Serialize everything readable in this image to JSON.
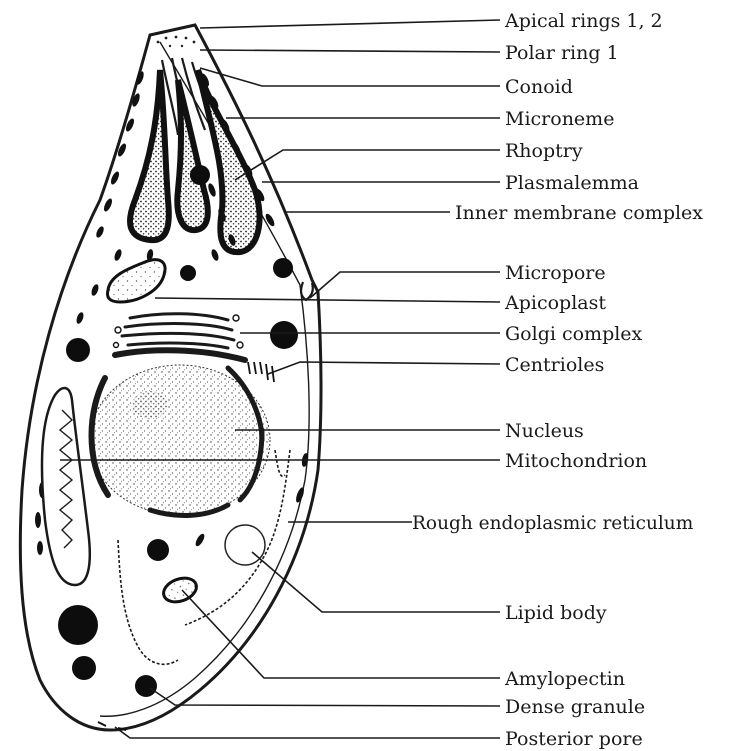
{
  "diagram": {
    "labels": [
      {
        "id": "apical-rings",
        "text": "Apical rings 1, 2"
      },
      {
        "id": "polar-ring",
        "text": "Polar ring 1"
      },
      {
        "id": "conoid",
        "text": "Conoid"
      },
      {
        "id": "microneme",
        "text": "Microneme"
      },
      {
        "id": "rhoptry",
        "text": "Rhoptry"
      },
      {
        "id": "plasmalemma",
        "text": "Plasmalemma"
      },
      {
        "id": "inner-membrane-complex",
        "text": "Inner membrane complex"
      },
      {
        "id": "micropore",
        "text": "Micropore"
      },
      {
        "id": "apicoplast",
        "text": "Apicoplast"
      },
      {
        "id": "golgi-complex",
        "text": "Golgi complex"
      },
      {
        "id": "centrioles",
        "text": "Centrioles"
      },
      {
        "id": "nucleus",
        "text": "Nucleus"
      },
      {
        "id": "mitochondrion",
        "text": "Mitochondrion"
      },
      {
        "id": "rough-er",
        "text": "Rough endoplasmic reticulum"
      },
      {
        "id": "lipid-body",
        "text": "Lipid body"
      },
      {
        "id": "amylopectin",
        "text": "Amylopectin"
      },
      {
        "id": "dense-granule",
        "text": "Dense granule"
      },
      {
        "id": "posterior-pore",
        "text": "Posterior pore"
      }
    ]
  }
}
